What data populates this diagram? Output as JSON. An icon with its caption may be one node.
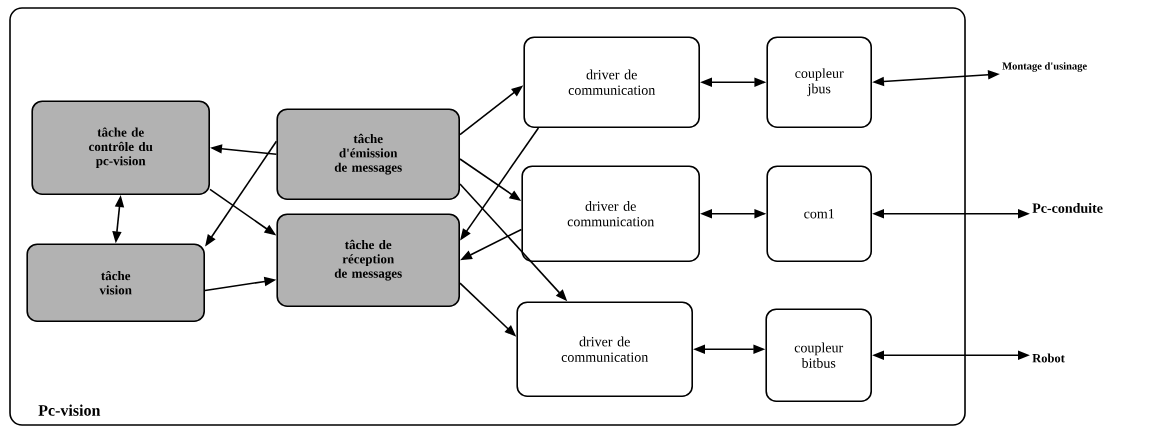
{
  "diagram": {
    "nodes": [
      {
        "text": [
          "Pc-vision"
        ]
      },
      {
        "text": [
          "tâche de contrôle du pc-vision"
        ],
        "in": 0
      },
      {
        "text": [
          "tâche vision"
        ],
        "in": 0
      },
      {
        "text": [
          "tâche d'émission de messages"
        ],
        "in": 0
      },
      {
        "text": [
          "tâche de réception de messages"
        ],
        "in": 0
      },
      {
        "text": [
          "driver de communication"
        ],
        "in": 0
      },
      {
        "text": [
          "driver de communication"
        ],
        "in": 0
      },
      {
        "text": [
          "driver de communication"
        ],
        "in": 0
      },
      {
        "text": [
          "coupleur jbus"
        ],
        "in": 0
      },
      {
        "text": [
          "com1"
        ],
        "in": 0
      },
      {
        "text": [
          "coupleur bitbus"
        ],
        "in": 0
      },
      {
        "text": [
          "Montage d'usinage"
        ]
      },
      {
        "text": [
          "Pc-conduite"
        ]
      },
      {
        "text": [
          "Robot"
        ]
      }
    ],
    "edges": [
      {
        "from": 1,
        "to": 2,
        "arrow": "both"
      },
      {
        "from": 3,
        "to": 1,
        "arrow": "to"
      },
      {
        "from": 1,
        "to": 4,
        "arrow": "to"
      },
      {
        "from": 3,
        "to": 2,
        "arrow": "to"
      },
      {
        "from": 2,
        "to": 4,
        "arrow": "to"
      },
      {
        "from": 3,
        "to": 5,
        "arrow": "to"
      },
      {
        "from": 3,
        "to": 6,
        "arrow": "to"
      },
      {
        "from": 3,
        "to": 7,
        "arrow": "to"
      },
      {
        "from": 5,
        "to": 4,
        "arrow": "to"
      },
      {
        "from": 6,
        "to": 4,
        "arrow": "to"
      },
      {
        "from": 4,
        "to": 7,
        "arrow": "to"
      },
      {
        "from": 5,
        "to": 8,
        "arrow": "both"
      },
      {
        "from": 6,
        "to": 9,
        "arrow": "both"
      },
      {
        "from": 7,
        "to": 10,
        "arrow": "both"
      },
      {
        "from": 8,
        "to": 11,
        "arrow": "both"
      },
      {
        "from": 9,
        "to": 12,
        "arrow": "both"
      },
      {
        "from": 10,
        "to": 13,
        "arrow": "both"
      }
    ]
  }
}
